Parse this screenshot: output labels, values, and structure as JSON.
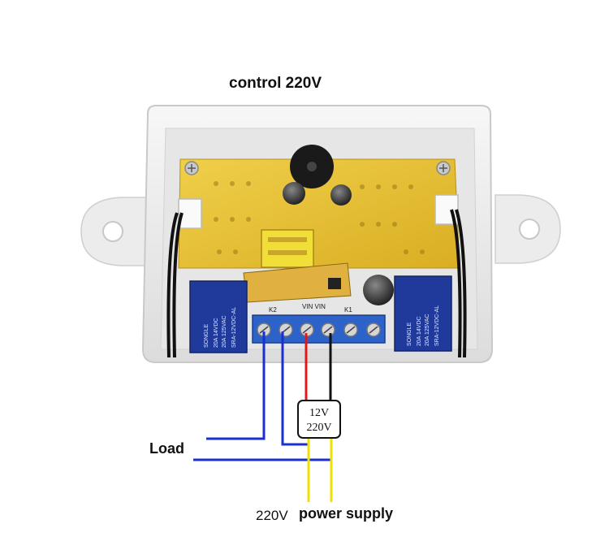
{
  "title": "control 220V",
  "load_label": "Load",
  "supply": {
    "voltage_label": "220V",
    "label": "power supply"
  },
  "converter": {
    "line1": "12V",
    "line2": "220V"
  },
  "pcb_marks": {
    "k2": "K2",
    "k1": "K1",
    "vin": "VIN VIN"
  },
  "relays": [
    {
      "brand": "SONGLE",
      "spec1": "20A 14VDC",
      "spec2": "20A 125VAC",
      "model": "SRA-12VDC-AL"
    },
    {
      "brand": "SONGLE",
      "spec1": "20A 14VDC",
      "spec2": "20A 125VAC",
      "model": "SRA-12VDC-AL"
    }
  ],
  "colors": {
    "case": "#eeeeee",
    "pcb": "#e9c23a",
    "relay": "#1f3a9a",
    "terminal": "#2d63c8",
    "wire_blue": "#1a2fd1",
    "wire_red": "#e01818",
    "wire_black": "#111111",
    "wire_yellow": "#f0e000"
  }
}
